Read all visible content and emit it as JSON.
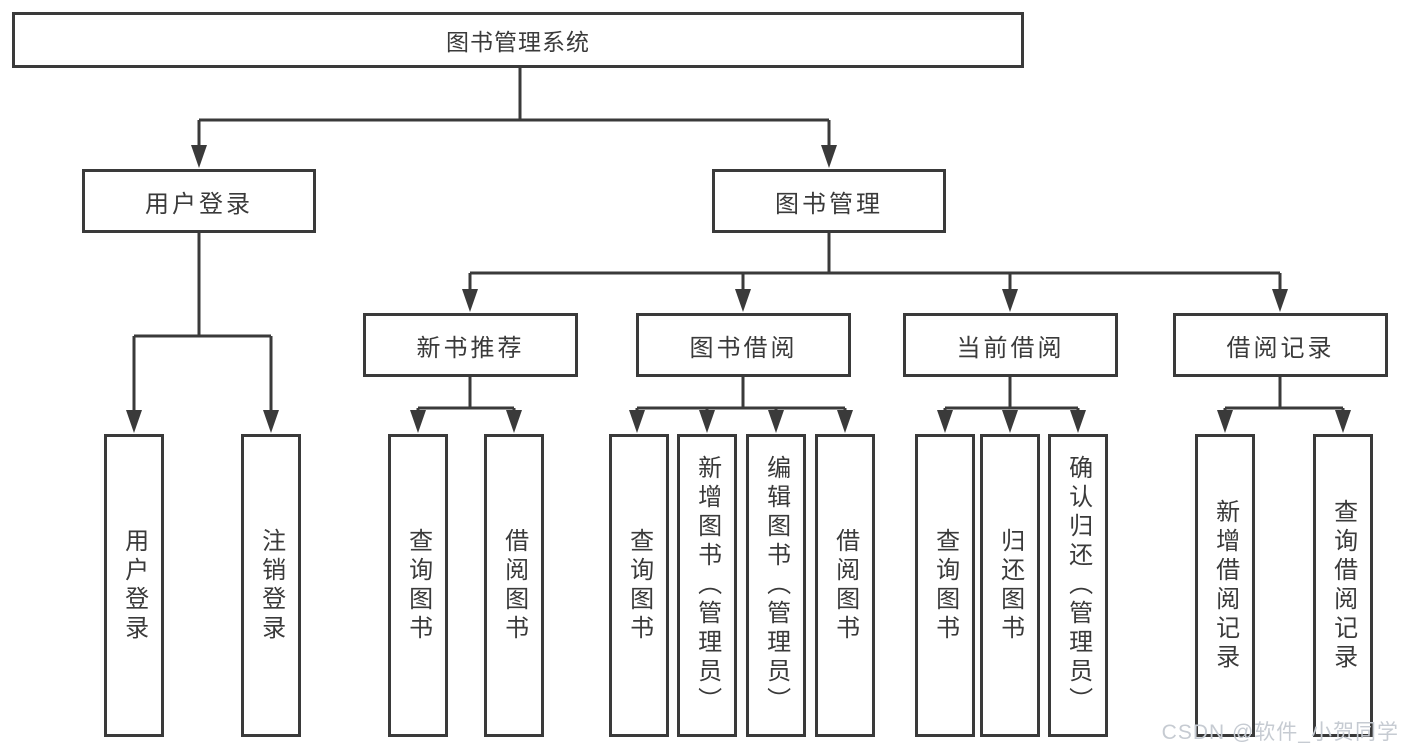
{
  "diagram": {
    "title": "图书管理系统",
    "level2": [
      {
        "label": "用户登录"
      },
      {
        "label": "图书管理"
      }
    ],
    "level3": [
      {
        "label": "新书推荐",
        "parent": "图书管理"
      },
      {
        "label": "图书借阅",
        "parent": "图书管理"
      },
      {
        "label": "当前借阅",
        "parent": "图书管理"
      },
      {
        "label": "借阅记录",
        "parent": "图书管理"
      }
    ],
    "leaves": [
      {
        "label": "用户登录",
        "parent": "用户登录"
      },
      {
        "label": "注销登录",
        "parent": "用户登录"
      },
      {
        "label": "查询图书",
        "parent": "新书推荐"
      },
      {
        "label": "借阅图书",
        "parent": "新书推荐"
      },
      {
        "label": "查询图书",
        "parent": "图书借阅"
      },
      {
        "label": "新增图书（管理员）",
        "parent": "图书借阅"
      },
      {
        "label": "编辑图书（管理员）",
        "parent": "图书借阅"
      },
      {
        "label": "借阅图书",
        "parent": "图书借阅"
      },
      {
        "label": "查询图书",
        "parent": "当前借阅"
      },
      {
        "label": "归还图书",
        "parent": "当前借阅"
      },
      {
        "label": "确认归还（管理员）",
        "parent": "当前借阅"
      },
      {
        "label": "新增借阅记录",
        "parent": "借阅记录"
      },
      {
        "label": "查询借阅记录",
        "parent": "借阅记录"
      }
    ],
    "colors": {
      "line": "#3a3a3a",
      "box_border": "#3a3a3a",
      "background": "#ffffff",
      "watermark": "#c6cbd2"
    }
  },
  "watermark": {
    "text": "CSDN @软件_小贺同学"
  }
}
